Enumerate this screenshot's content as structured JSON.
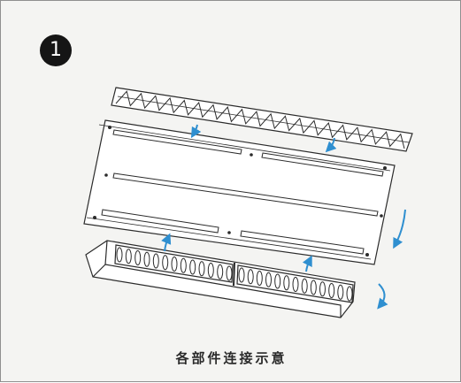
{
  "step_badge": {
    "label": "1"
  },
  "caption": "各部件连接示意",
  "colors": {
    "line": "#2b2b2b",
    "arrow": "#2f8fd0",
    "badge": "#151515",
    "background": "#f4f4f2"
  },
  "parts": [
    {
      "name": "top-deflector",
      "icon": "angled-louvre-strip"
    },
    {
      "name": "mounting-plate",
      "icon": "slotted-back-plate"
    },
    {
      "name": "air-outlet-housing",
      "icon": "grille-trough"
    }
  ],
  "arrows": [
    {
      "name": "deflector-to-plate-left",
      "direction": "down"
    },
    {
      "name": "deflector-to-plate-right",
      "direction": "down"
    },
    {
      "name": "plate-right-side",
      "direction": "down"
    },
    {
      "name": "housing-to-plate-left",
      "direction": "up"
    },
    {
      "name": "housing-to-plate-right",
      "direction": "up"
    },
    {
      "name": "housing-end",
      "direction": "curve"
    }
  ]
}
